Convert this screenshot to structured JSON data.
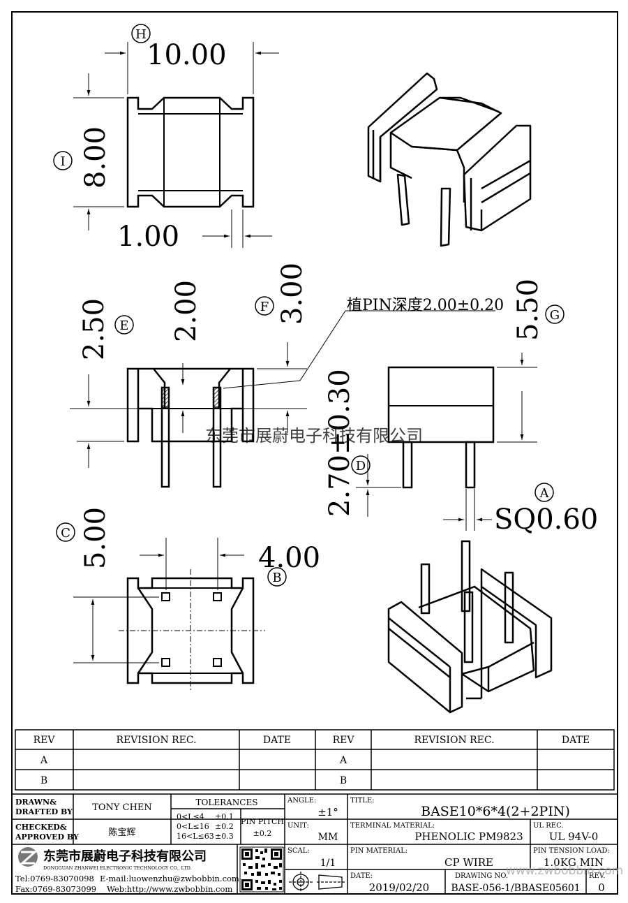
{
  "dims": {
    "d1000": "10.00",
    "d800": "8.00",
    "d100": "1.00",
    "d250": "2.50",
    "d200": "2.00",
    "d300": "3.00",
    "d550": "5.50",
    "d270": "2.70±0.30",
    "sq060": "SQ0.60",
    "d500": "5.00",
    "d400": "4.00",
    "pin_depth": "植PIN深度2.00±0.20"
  },
  "markers": {
    "A": "A",
    "B": "B",
    "C": "C",
    "D": "D",
    "E": "E",
    "F": "F",
    "G": "G",
    "H": "H",
    "I": "I"
  },
  "watermark": "东莞市展蔚电子科技有限公司",
  "revision_table": {
    "headers": [
      "REV",
      "REVISION REC.",
      "DATE",
      "REV",
      "REVISION REC.",
      "DATE"
    ],
    "rows": [
      [
        "A",
        "",
        "",
        "A",
        "",
        ""
      ],
      [
        "B",
        "",
        "",
        "B",
        "",
        ""
      ]
    ]
  },
  "title_block": {
    "drawn_label": "DRAWN& DRAFTED BY",
    "drawn_value": "TONY CHEN",
    "checked_label": "CHECKED& APPROVED BY",
    "checked_value": "陈宝辉",
    "tolerances_label": "TOLERANCES",
    "tol_rows": [
      [
        "0<L≤4",
        "±0.1"
      ],
      [
        "0<L≤16",
        "±0.2"
      ],
      [
        "16<L≤63",
        "±0.3"
      ]
    ],
    "pin_pitch_label": "PIN PITCH",
    "pin_pitch_value": "±0.2",
    "angle_label": "ANGLE:",
    "angle_value": "±1°",
    "unit_label": "UNIT:",
    "unit_value": "MM",
    "scale_label": "SCAL:",
    "scale_value": "1/1",
    "title_label": "TITLE:",
    "title_value": "BASE10*6*4(2+2PIN)",
    "terminal_label": "TERMINAL MATERIAL:",
    "terminal_value": "PHENOLIC PM9823",
    "ul_label": "UL REC.",
    "ul_value": "UL 94V-0",
    "pin_mat_label": "PIN MATERIAL:",
    "pin_mat_value": "CP WIRE",
    "tension_label": "PIN TENSION LOAD:",
    "tension_value": "1.0KG MIN",
    "date_label": "DATE:",
    "date_value": "2019/02/20",
    "drawing_label": "DRAWING NO.",
    "drawing_value": "BASE-056-1/BBASE05601",
    "rev_label": "REV.",
    "rev_value": "0",
    "company_cn": "东莞市展蔚电子科技有限公司",
    "company_en": "DONGGUAN ZHANWEI ELECTRONIC TECHNOLOGY CO., LTD.",
    "tel": "Tel:0769-83070098",
    "email": "E-mail:luowenzhu@zwbobbin.com",
    "fax": "Fax:0769-83073099",
    "web": "Web:http://www.zwbobbin.com",
    "web_watermark": "www.zwbobbin.com"
  }
}
